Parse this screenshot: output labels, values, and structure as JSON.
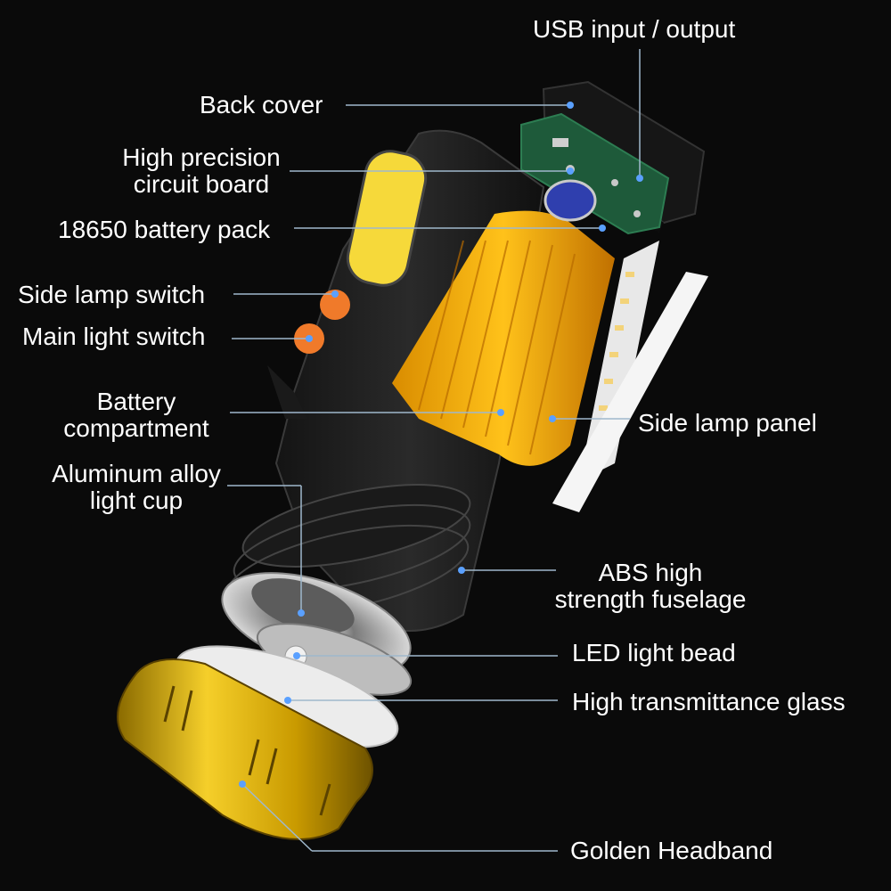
{
  "labels": {
    "usb": "USB input / output",
    "back_cover": "Back cover",
    "circuit_1": "High precision",
    "circuit_2": "circuit board",
    "battery_pack": "18650 battery pack",
    "side_switch": "Side lamp switch",
    "main_switch": "Main light switch",
    "compartment_1": "Battery",
    "compartment_2": "compartment",
    "cup_1": "Aluminum alloy",
    "cup_2": "light cup",
    "side_panel": "Side lamp panel",
    "abs_1": "ABS high",
    "abs_2": "strength fuselage",
    "led_bead": "LED light bead",
    "glass": "High transmittance glass",
    "headband": "Golden Headband"
  },
  "colors": {
    "background": "#0a0a0a",
    "text": "#ffffff",
    "leader_line": "#9fb8cc",
    "leader_dot": "#5aa0ff",
    "gold": "#e6b800",
    "orange_button": "#f07a2a",
    "cob_yellow": "#f6d93a"
  }
}
